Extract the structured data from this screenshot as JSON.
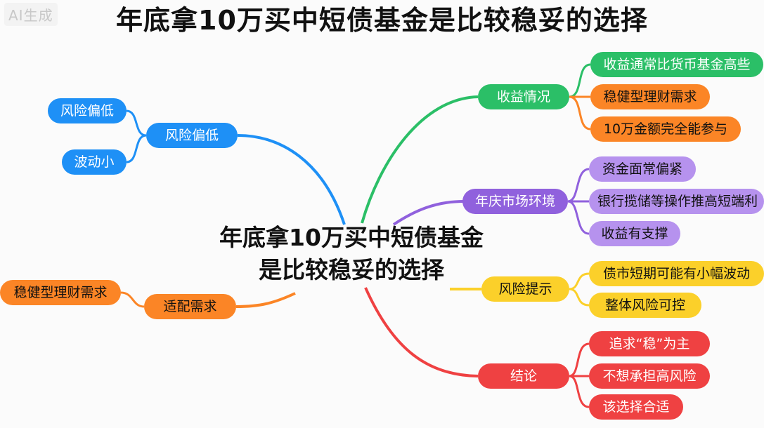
{
  "watermark": "AI生成",
  "title": "年底拿10万买中短债基金是比较稳妥的选择",
  "center": {
    "line1": "年底拿10万买中短债基金",
    "line2": "是比较稳妥的选择"
  },
  "branches": {
    "shouyi": {
      "label": "收益情况",
      "children": [
        "收益通常比货币基金高些",
        "稳健型理财需求",
        "10万金额完全能参与"
      ]
    },
    "nianmo": {
      "label": "年庆市场环境",
      "children": [
        "资金面常偏紧",
        "银行揽储等操作推高短端利",
        "收益有支撑"
      ]
    },
    "fengxian_tishi": {
      "label": "风险提示",
      "children": [
        "债市短期可能有小幅波动",
        "整体风险可控"
      ]
    },
    "jielun": {
      "label": "结论",
      "children": [
        "追求“稳”为主",
        "不想承担高风险",
        "该选择合适"
      ]
    },
    "fengxian_piandi": {
      "label": "风险偏低",
      "children": [
        "风险偏低",
        "波动小"
      ]
    },
    "shipei": {
      "label": "适配需求",
      "children": [
        "稳健型理财需求"
      ]
    }
  },
  "colors": {
    "green": "#2bbf67",
    "orange": "#fb8526",
    "purple": "#9061dd",
    "purple_light": "#b692ee",
    "yellow": "#fbd02a",
    "red": "#ef4142",
    "blue": "#1e90f6"
  }
}
